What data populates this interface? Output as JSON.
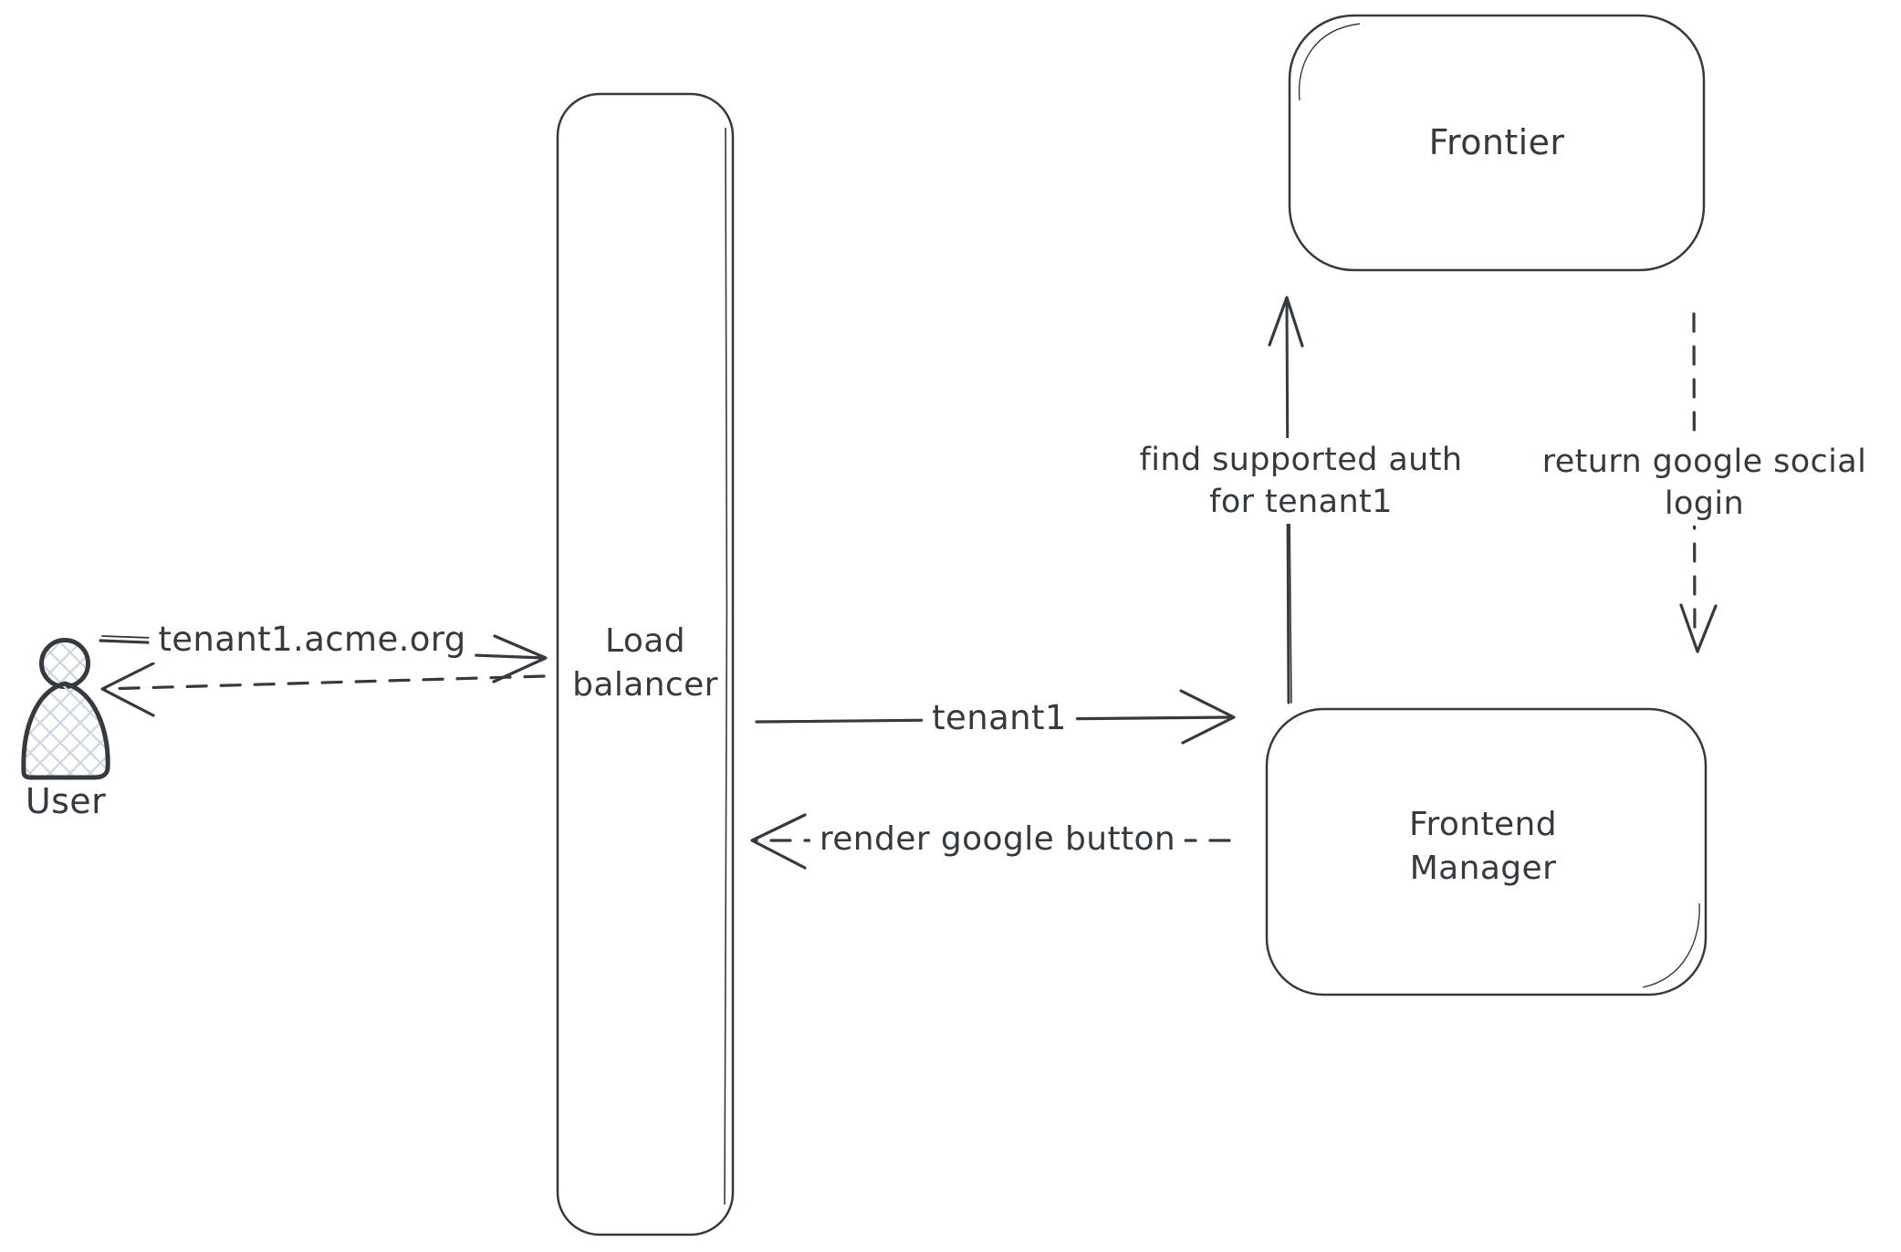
{
  "canvas": {
    "background": "#ffffff",
    "stroke_color": "#343a40",
    "hatch_color": "#cdd5de"
  },
  "nodes": {
    "user": {
      "label": "User",
      "type": "actor"
    },
    "load_balancer": {
      "label": "Load balancer",
      "type": "rounded-rectangle"
    },
    "frontier": {
      "label": "Frontier",
      "type": "rounded-rectangle"
    },
    "frontend_manager": {
      "label": "Frontend Manager",
      "type": "rounded-rectangle"
    }
  },
  "edges": {
    "user_to_load_balancer": {
      "label": "tenant1.acme.org",
      "style": "solid",
      "from": "user",
      "to": "load_balancer"
    },
    "load_balancer_to_user": {
      "label": "",
      "style": "dashed",
      "from": "load_balancer",
      "to": "user"
    },
    "load_balancer_to_frontend_manager": {
      "label": "tenant1",
      "style": "solid",
      "from": "load_balancer",
      "to": "frontend_manager"
    },
    "frontend_manager_to_load_balancer": {
      "label": "render google button",
      "style": "dashed",
      "from": "frontend_manager",
      "to": "load_balancer"
    },
    "frontend_manager_to_frontier": {
      "label": "find supported auth for tenant1",
      "style": "solid",
      "from": "frontend_manager",
      "to": "frontier"
    },
    "frontier_to_frontend_manager": {
      "label": "return google social login",
      "style": "dashed",
      "from": "frontier",
      "to": "frontend_manager"
    }
  }
}
